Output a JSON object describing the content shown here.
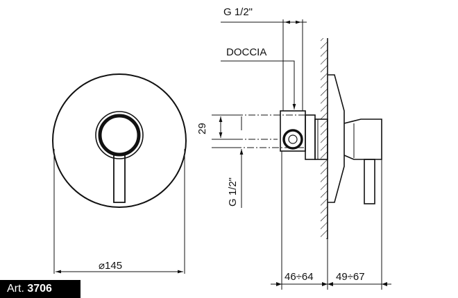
{
  "title": {
    "prefix": "Art.",
    "number": "3706"
  },
  "dimensions": {
    "diameter": "⌀145",
    "inlet_thread": "G 1/2\"",
    "shower_outlet_label": "DOCCIA",
    "center_offset": "29",
    "lower_thread": "G 1/2\"",
    "depth_range_body": "46÷64",
    "depth_range_handle": "49÷67"
  }
}
